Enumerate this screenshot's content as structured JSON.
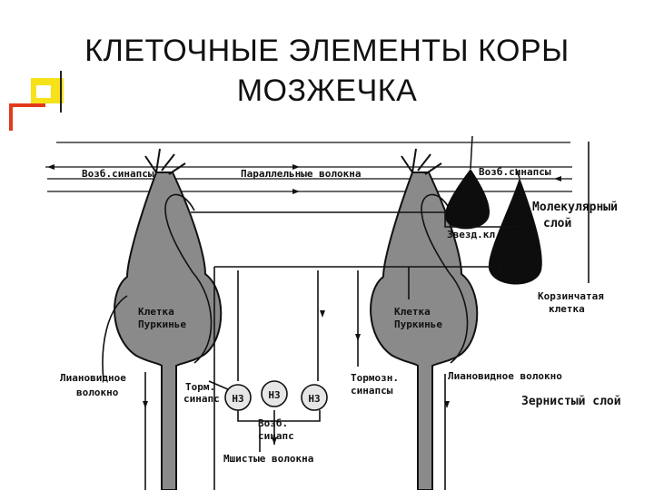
{
  "title": {
    "line1": "КЛЕТОЧНЫЕ ЭЛЕМЕНТЫ КОРЫ",
    "line2": "МОЗЖЕЧКА"
  },
  "labels": {
    "exc_synapses_left": "Возб.синапсы",
    "parallel_fibers": "Параллельные волокна",
    "exc_synapses_right": "Возб.синапсы",
    "molecular_layer_1": "Молекулярный",
    "molecular_layer_2": "слой",
    "stellate_cell": "Звезд.кл",
    "basket_cell_1": "Корзинчатая",
    "basket_cell_2": "клетка",
    "purkinje_left_1": "Клетка",
    "purkinje_left_2": "Пуркинье",
    "purkinje_right_1": "Клетка",
    "purkinje_right_2": "Пуркинье",
    "climbing_left_1": "Лиановидное",
    "climbing_left_2": "волокно",
    "climbing_right": "Лиановидное волокно",
    "inh_synapse_1": "Торм.",
    "inh_synapse_2": "синапс",
    "inh_synapses_1": "Тормозн.",
    "inh_synapses_2": "синапсы",
    "granular_layer": "Зернистый слой",
    "exc_synapse_1": "Возб.",
    "exc_synapse_2": "синапс",
    "mossy_fibers": "Мшистые волокна",
    "nz1": "НЗ",
    "nz2": "НЗ",
    "nz3": "НЗ"
  },
  "colors": {
    "cell_fill": "#8a8a8a",
    "dark_cell": "#0d0d0d",
    "line": "#111111"
  }
}
